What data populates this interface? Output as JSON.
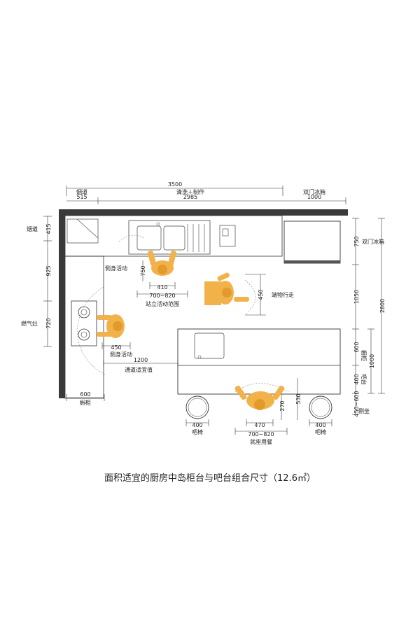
{
  "caption": "面积适宜的厨房中岛柜台与吧台组合尺寸（12.6㎡）",
  "dimensions": {
    "total_width": "3500",
    "flue_width": "515",
    "prep_width": "2985",
    "fridge_width": "1000",
    "flue_depth": "415",
    "left_mid": "925",
    "stove_span": "720",
    "side_active": "450",
    "stand_range": "700~820",
    "stand_inner": "410",
    "pass_depth": "750",
    "aisle": "1200",
    "side_active_2": "450",
    "cabinet_depth": "600",
    "right_750": "750",
    "right_1050": "1050",
    "right_600": "600",
    "right_400": "400",
    "right_1000": "1000",
    "right_total": "2800",
    "right_low": "450~600",
    "stool_left": "400",
    "stool_right": "400",
    "seat_inner": "470",
    "seat_range": "700~820",
    "seat_depth": "270",
    "seat_h": "530"
  },
  "labels": {
    "flue_top": "烟道",
    "prep_top": "清洗＋制作",
    "fridge_top": "双门冰箱",
    "flue_left": "烟道",
    "gas_stove": "燃气灶",
    "side_active": "侧身活动",
    "side_active_2": "侧身活动",
    "stand_range": "站立活动范围",
    "pass": "端物行走",
    "aisle": "通道适宜值",
    "cabinet": "橱柜",
    "fridge_right": "双门冰箱",
    "right_cab": "橱柜",
    "right_bar": "吧台",
    "right_seat": "侧坐",
    "stool_left": "吧椅",
    "stool_right": "吧椅",
    "dining": "就座用餐"
  },
  "colors": {
    "wall": "#3a3a3a",
    "person": "#f2b24a",
    "person_dark": "#e39a2c",
    "line": "#333333"
  }
}
